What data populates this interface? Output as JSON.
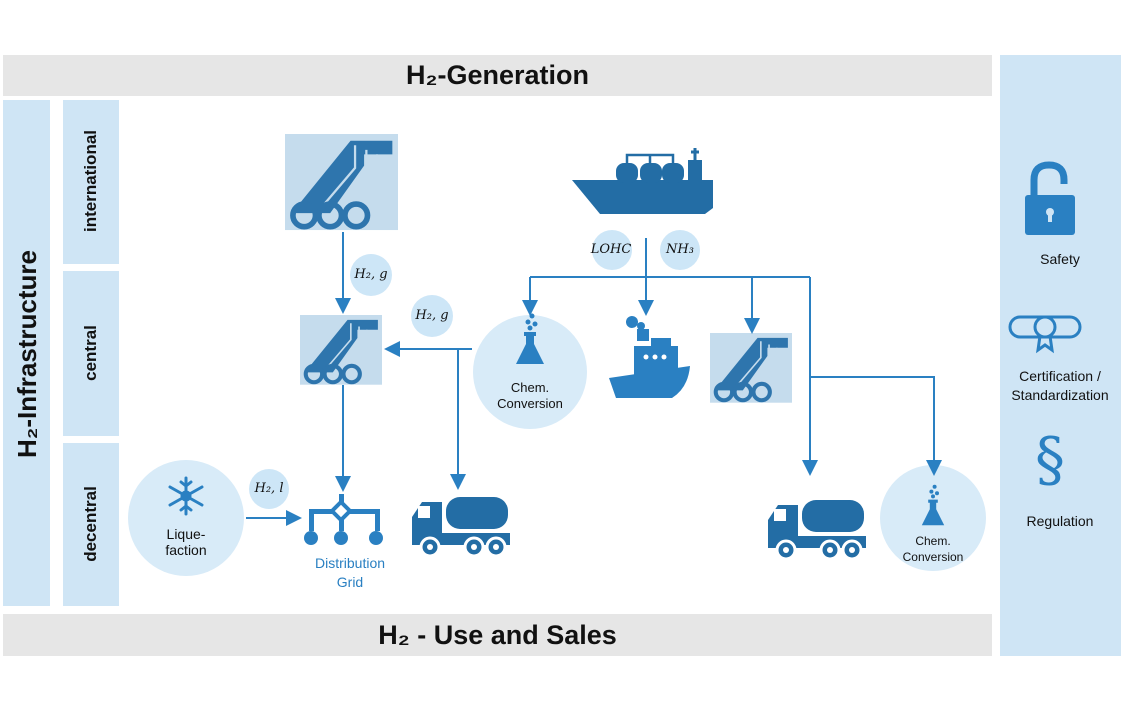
{
  "header": {
    "title": "H₂-Generation"
  },
  "footer": {
    "title": "H₂ - Use and Sales"
  },
  "left": {
    "title": "H₂-Infrastructure",
    "rows": [
      "international",
      "central",
      "decentral"
    ]
  },
  "right": {
    "items": [
      {
        "label": "Safety",
        "icon": "lock-icon"
      },
      {
        "label": "Certification / Standardization",
        "icon": "certificate-icon"
      },
      {
        "label": "Regulation",
        "icon": "section-sign-icon"
      }
    ]
  },
  "diagram": {
    "bubbles": {
      "h2g_1": "H₂, g",
      "h2g_2": "H₂, g",
      "h2l": "H₂, l",
      "lohc": "LOHC",
      "nh3": "NH₃"
    },
    "chem_conversion_1": "Chem. Conversion",
    "chem_conversion_2": "Chem. Conversion",
    "liquefaction": "Lique- faction",
    "distribution_grid": "Distribution Grid",
    "section_symbol": "§"
  },
  "colors": {
    "accent": "#2a80c2",
    "dark": "#236da5",
    "light": "#cfe5f5",
    "bar": "#e6e6e6"
  }
}
